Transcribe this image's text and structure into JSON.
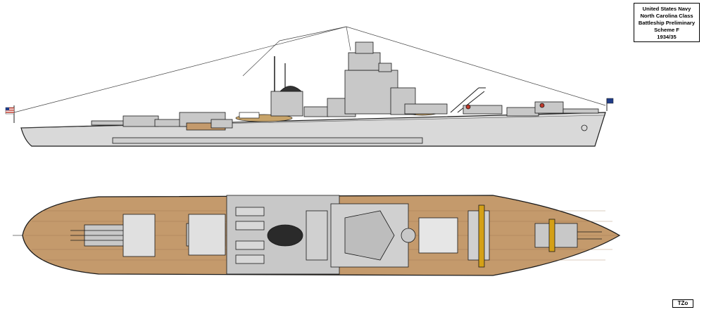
{
  "title_block": {
    "lines": [
      "United States Navy",
      "North Carolina Class",
      "Battleship Preliminary",
      "Scheme F",
      "1934/35"
    ]
  },
  "signature": "TZo",
  "colors": {
    "hull_grey": "#d9d9d9",
    "superstructure_grey": "#c8c8c8",
    "deck_wood": "#c49a6c",
    "deck_wood_dark": "#9a7048",
    "outline": "#1a1a1a",
    "boat_tan": "#c8a46a",
    "crane_yellow": "#d4a017",
    "flag_blue": "#1f3c88",
    "flag_red": "#c0392b"
  },
  "views": [
    {
      "name": "profile",
      "label": ""
    },
    {
      "name": "plan",
      "label": ""
    }
  ]
}
